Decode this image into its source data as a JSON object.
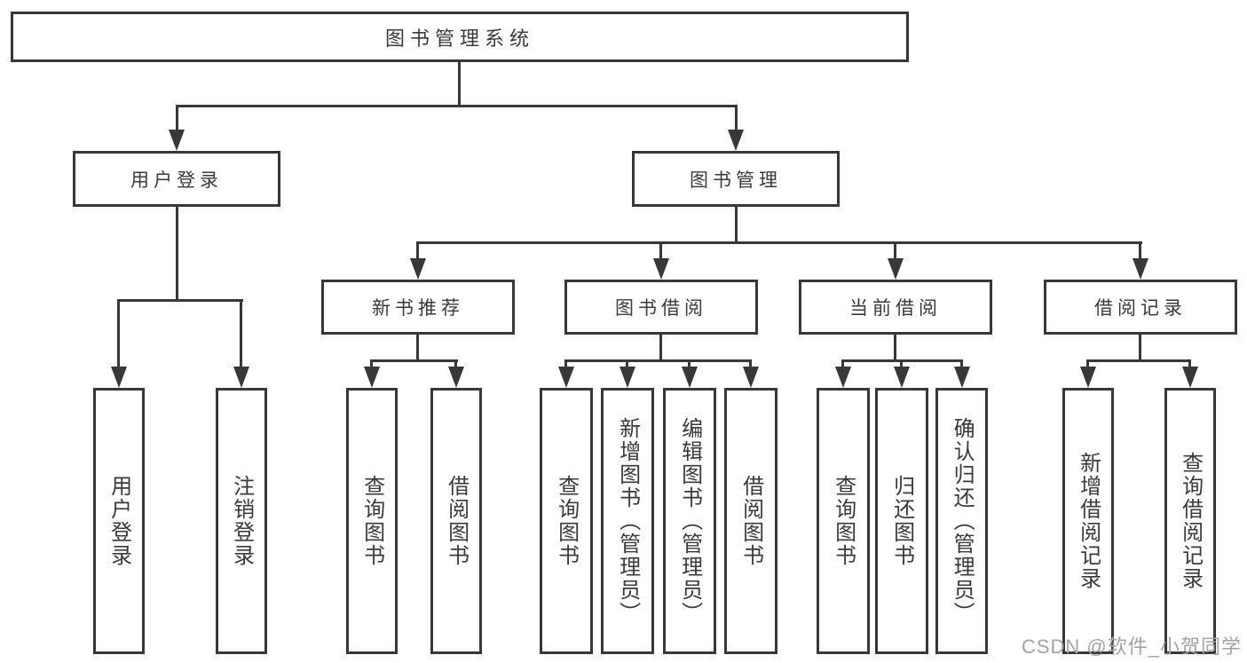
{
  "colors": {
    "line": "#383838",
    "text": "#3a3a3a",
    "watermark": "#a3a3a3",
    "background": "#ffffff"
  },
  "root": {
    "label": "图书管理系统"
  },
  "level1": {
    "user_login": {
      "label": "用户登录"
    },
    "book_management": {
      "label": "图书管理"
    }
  },
  "level2": {
    "new_book_recommendation": {
      "label": "新书推荐"
    },
    "book_borrowing": {
      "label": "图书借阅"
    },
    "current_borrowing": {
      "label": "当前借阅"
    },
    "borrowing_records": {
      "label": "借阅记录"
    }
  },
  "leaves": {
    "user_login": {
      "label": "用户登录"
    },
    "logout": {
      "label": "注销登录"
    },
    "query_books_recommend": {
      "label": "查询图书"
    },
    "borrow_books_recommend": {
      "label": "借阅图书"
    },
    "query_books_borrowing": {
      "label": "查询图书"
    },
    "add_book_admin": {
      "label": "新增图书（管理员）"
    },
    "edit_book_admin": {
      "label": "编辑图书（管理员）"
    },
    "borrow_books_borrowing": {
      "label": "借阅图书"
    },
    "query_books_current": {
      "label": "查询图书"
    },
    "return_book": {
      "label": "归还图书"
    },
    "confirm_return_admin": {
      "label": "确认归还（管理员）"
    },
    "add_borrow_record": {
      "label": "新增借阅记录"
    },
    "query_borrow_record": {
      "label": "查询借阅记录"
    }
  },
  "watermark": {
    "label": "CSDN @软件_小贺同学"
  }
}
